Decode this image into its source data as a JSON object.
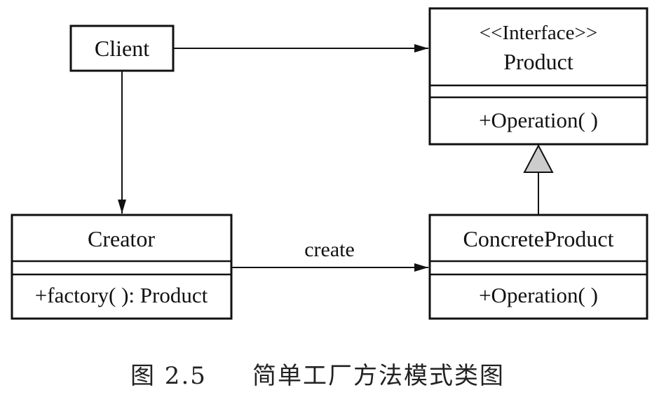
{
  "diagram": {
    "classes": {
      "client": {
        "name": "Client"
      },
      "product": {
        "stereotype": "<<Interface>>",
        "name": "Product",
        "operation": "+Operation( )"
      },
      "creator": {
        "name": "Creator",
        "operation": "+factory( ): Product"
      },
      "concrete_product": {
        "name": "ConcreteProduct",
        "operation": "+Operation( )"
      }
    },
    "edges": {
      "creator_to_concrete": {
        "label": "create"
      }
    },
    "caption": {
      "number": "图 2.5",
      "title": "简单工厂方法模式类图"
    }
  },
  "colors": {
    "stroke": "#111111",
    "inheritance_fill": "#cccccc",
    "background": "#ffffff"
  }
}
